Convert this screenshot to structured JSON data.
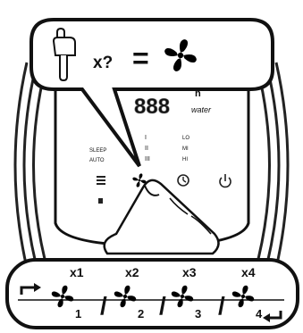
{
  "callout": {
    "times_label": "x?",
    "equals_label": "="
  },
  "panel": {
    "display_digits": "888",
    "display_unit_top": "h",
    "display_unit_bottom": "water",
    "left_labels": [
      "SLEEP",
      "AUTO"
    ],
    "mid_indicators": [
      "I",
      "II",
      "III"
    ],
    "right_labels": [
      "LO",
      "MI",
      "HI"
    ]
  },
  "sequence": {
    "press_counts": [
      "x1",
      "x2",
      "x3",
      "x4"
    ],
    "speed_numbers": [
      "1",
      "2",
      "3",
      "4"
    ],
    "separator": "/"
  },
  "icons": {
    "press_icon": "finger-press-icon",
    "fan_icon": "fan-icon",
    "menu_icon": "menu-icon",
    "timer_icon": "timer-icon",
    "power_icon": "power-icon"
  }
}
